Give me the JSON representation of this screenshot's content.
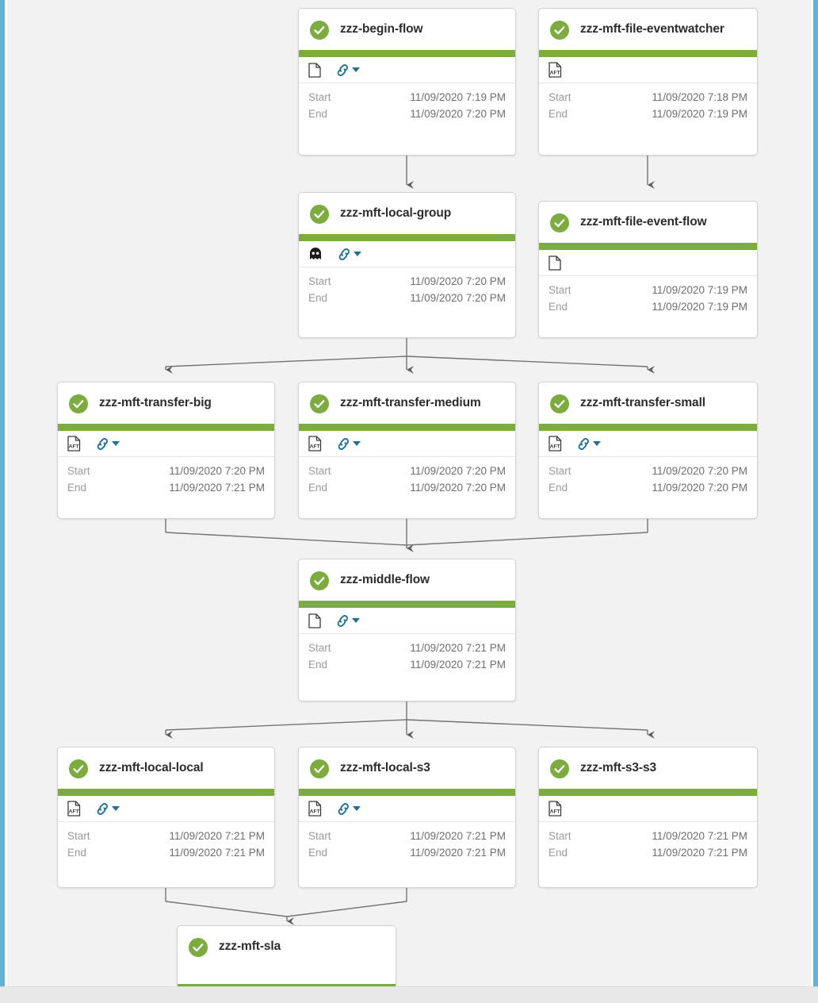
{
  "canvas": {
    "background_color": "#f2f2f2",
    "edge_bar_color": "#63b3d6",
    "footer_color": "#e8e8e8"
  },
  "labels": {
    "start": "Start",
    "end": "End"
  },
  "colors": {
    "status_green": "#7cab3e",
    "link_blue": "#1f6f96",
    "connector_gray": "#737373"
  },
  "nodes": [
    {
      "id": "zzz-begin-flow",
      "title": "zzz-begin-flow",
      "status": "success",
      "icons": [
        "document-icon",
        "link-icon"
      ],
      "start": "11/09/2020 7:19 PM",
      "end": "11/09/2020 7:20 PM"
    },
    {
      "id": "zzz-mft-file-eventwatcher",
      "title": "zzz-mft-file-eventwatcher",
      "status": "success",
      "icons": [
        "aft-document-icon"
      ],
      "start": "11/09/2020 7:18 PM",
      "end": "11/09/2020 7:19 PM"
    },
    {
      "id": "zzz-mft-local-group",
      "title": "zzz-mft-local-group",
      "status": "success",
      "icons": [
        "ghost-icon",
        "link-icon"
      ],
      "start": "11/09/2020 7:20 PM",
      "end": "11/09/2020 7:20 PM"
    },
    {
      "id": "zzz-mft-file-event-flow",
      "title": "zzz-mft-file-event-flow",
      "status": "success",
      "icons": [
        "document-icon"
      ],
      "start": "11/09/2020 7:19 PM",
      "end": "11/09/2020 7:19 PM"
    },
    {
      "id": "zzz-mft-transfer-big",
      "title": "zzz-mft-transfer-big",
      "status": "success",
      "icons": [
        "aft-document-icon",
        "link-icon"
      ],
      "start": "11/09/2020 7:20 PM",
      "end": "11/09/2020 7:21 PM"
    },
    {
      "id": "zzz-mft-transfer-medium",
      "title": "zzz-mft-transfer-medium",
      "status": "success",
      "icons": [
        "aft-document-icon",
        "link-icon"
      ],
      "start": "11/09/2020 7:20 PM",
      "end": "11/09/2020 7:20 PM"
    },
    {
      "id": "zzz-mft-transfer-small",
      "title": "zzz-mft-transfer-small",
      "status": "success",
      "icons": [
        "aft-document-icon",
        "link-icon"
      ],
      "start": "11/09/2020 7:20 PM",
      "end": "11/09/2020 7:20 PM"
    },
    {
      "id": "zzz-middle-flow",
      "title": "zzz-middle-flow",
      "status": "success",
      "icons": [
        "document-icon",
        "link-icon"
      ],
      "start": "11/09/2020 7:21 PM",
      "end": "11/09/2020 7:21 PM"
    },
    {
      "id": "zzz-mft-local-local",
      "title": "zzz-mft-local-local",
      "status": "success",
      "icons": [
        "aft-document-icon",
        "link-icon"
      ],
      "start": "11/09/2020 7:21 PM",
      "end": "11/09/2020 7:21 PM"
    },
    {
      "id": "zzz-mft-local-s3",
      "title": "zzz-mft-local-s3",
      "status": "success",
      "icons": [
        "aft-document-icon",
        "link-icon"
      ],
      "start": "11/09/2020 7:21 PM",
      "end": "11/09/2020 7:21 PM"
    },
    {
      "id": "zzz-mft-s3-s3",
      "title": "zzz-mft-s3-s3",
      "status": "success",
      "icons": [
        "aft-document-icon"
      ],
      "start": "11/09/2020 7:21 PM",
      "end": "11/09/2020 7:21 PM"
    },
    {
      "id": "zzz-mft-sla",
      "title": "zzz-mft-sla",
      "status": "success",
      "icons": [],
      "start": "",
      "end": ""
    }
  ]
}
